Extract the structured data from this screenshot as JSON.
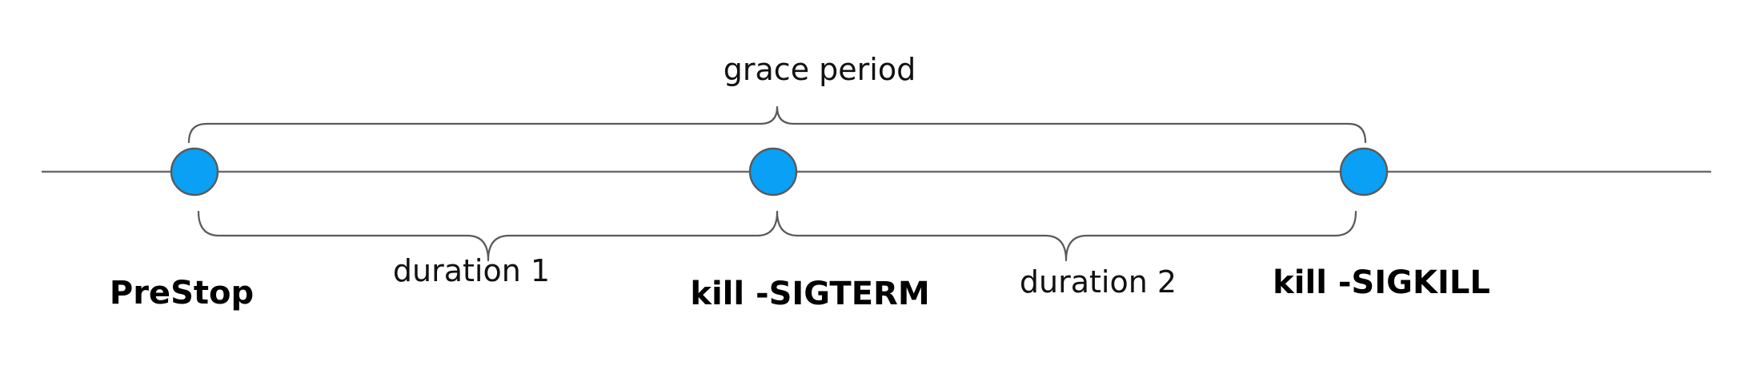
{
  "colors": {
    "marker_fill": "#0aa0f6",
    "line": "#6b6b6b",
    "brace": "#5a5a5a"
  },
  "labels": {
    "grace_period": "grace period",
    "duration_1": "duration 1",
    "duration_2": "duration 2",
    "prestop": "PreStop",
    "sigterm": "kill -SIGTERM",
    "sigkill": "kill -SIGKILL"
  }
}
